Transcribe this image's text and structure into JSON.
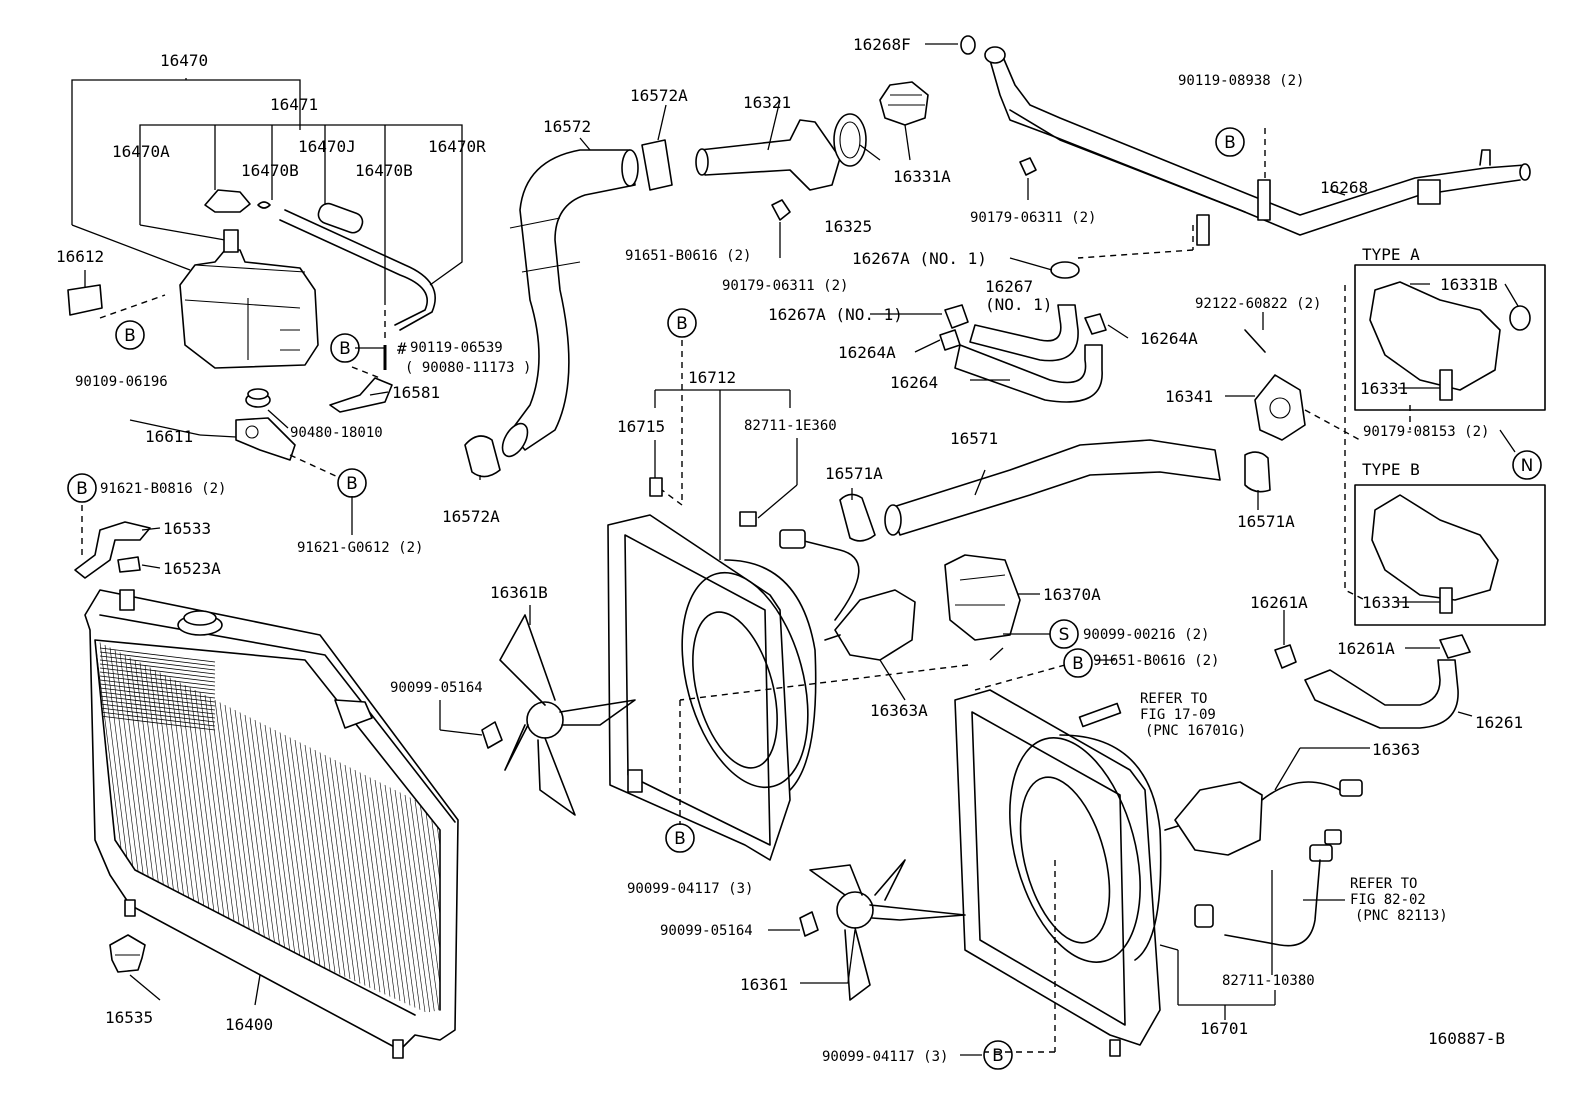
{
  "diagram_id": "160887-B",
  "parts": {
    "p16470": "16470",
    "p16471": "16471",
    "p16470A": "16470A",
    "p16470J": "16470J",
    "p16470R": "16470R",
    "p16470B_1": "16470B",
    "p16470B_2": "16470B",
    "p16612": "16612",
    "p90109_06196": "90109-06196",
    "p90119_06539": "90119-06539",
    "p90080_11173": "( 90080-11173 )",
    "p16581": "16581",
    "p16611": "16611",
    "p90480_18010": "90480-18010",
    "p91621_B0816": "91621-B0816 (2)",
    "p91621_G0612": "91621-G0612 (2)",
    "p16533": "16533",
    "p16523A": "16523A",
    "p16572": "16572",
    "p16572A_top": "16572A",
    "p16572A_bot": "16572A",
    "p16321": "16321",
    "p16325": "16325",
    "p16268F": "16268F",
    "p16331A": "16331A",
    "p90179_06311_a": "90179-06311 (2)",
    "p90179_06311_b": "90179-06311 (2)",
    "p90119_08938": "90119-08938 (2)",
    "p16268": "16268",
    "p91651_B0616_a": "91651-B0616 (2)",
    "p16267A_no1_a": "16267A (NO. 1)",
    "p16267": "16267",
    "p16267_no1": "(NO. 1)",
    "p16267A_no1_b": "16267A (NO. 1)",
    "p16264A_left": "16264A",
    "p16264A_right": "16264A",
    "p16264": "16264",
    "p92122_60822": "92122-60822 (2)",
    "p16341": "16341",
    "p16331B": "16331B",
    "p16331_a": "16331",
    "p16331_b": "16331",
    "p90179_08153": "90179-08153 (2)",
    "p16712": "16712",
    "p16715": "16715",
    "p82711_1E360": "82711-1E360",
    "p16571": "16571",
    "p16571A_left": "16571A",
    "p16571A_right": "16571A",
    "p16361B": "16361B",
    "p16370A": "16370A",
    "p90099_00216": "90099-00216 (2)",
    "p91651_B0616_b": "91651-B0616 (2)",
    "p16363A": "16363A",
    "p90099_05164_a": "90099-05164",
    "p90099_05164_b": "90099-05164",
    "p16261A_top": "16261A",
    "p16261A_right": "16261A",
    "p16261": "16261",
    "p16363": "16363",
    "p90099_04117_a": "90099-04117 (3)",
    "p90099_04117_b": "90099-04117 (3)",
    "p16361": "16361",
    "p16701": "16701",
    "p82711_10380": "82711-10380",
    "p16535": "16535",
    "p16400": "16400"
  },
  "notes": {
    "refer1_l1": "REFER TO",
    "refer1_l2": "FIG 17-09",
    "refer1_l3": "(PNC 16701G)",
    "refer2_l1": "REFER TO",
    "refer2_l2": "FIG 82-02",
    "refer2_l3": "(PNC 82113)",
    "type_a": "TYPE A",
    "type_b": "TYPE B",
    "hash": "#"
  },
  "symbols": {
    "b": "B",
    "s": "S",
    "n": "N"
  }
}
